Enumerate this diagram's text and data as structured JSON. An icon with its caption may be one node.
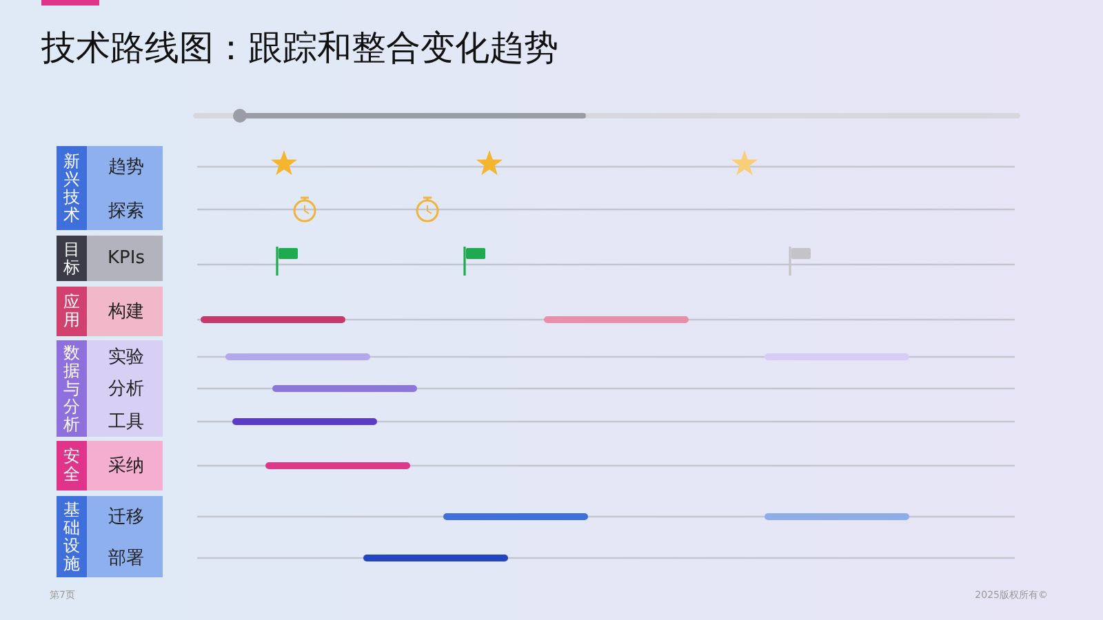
{
  "diagram": {
    "title": "技术路线图：跟踪和整合变化趋势",
    "nodes": [
      {
        "text": [
          "新兴技术"
        ]
      },
      {
        "text": [
          "趋势"
        ],
        "in": 0
      },
      {
        "text": [
          "探索"
        ],
        "in": 0
      },
      {
        "text": [
          "目标"
        ]
      },
      {
        "text": [
          "KPIs"
        ],
        "in": 3
      },
      {
        "text": [
          "应用"
        ]
      },
      {
        "text": [
          "构建"
        ],
        "in": 5
      },
      {
        "text": [
          "数据与分析"
        ]
      },
      {
        "text": [
          "实验"
        ],
        "in": 7
      },
      {
        "text": [
          "分析"
        ],
        "in": 7
      },
      {
        "text": [
          "工具"
        ],
        "in": 7
      },
      {
        "text": [
          "安全"
        ]
      },
      {
        "text": [
          "采纳"
        ],
        "in": 11
      },
      {
        "text": [
          "基础设施"
        ]
      },
      {
        "text": [
          "迁移"
        ],
        "in": 13
      },
      {
        "text": [
          "部署"
        ],
        "in": 13
      }
    ],
    "edges": [],
    "labels": [
      "第7页",
      "2025版权所有©"
    ]
  }
}
